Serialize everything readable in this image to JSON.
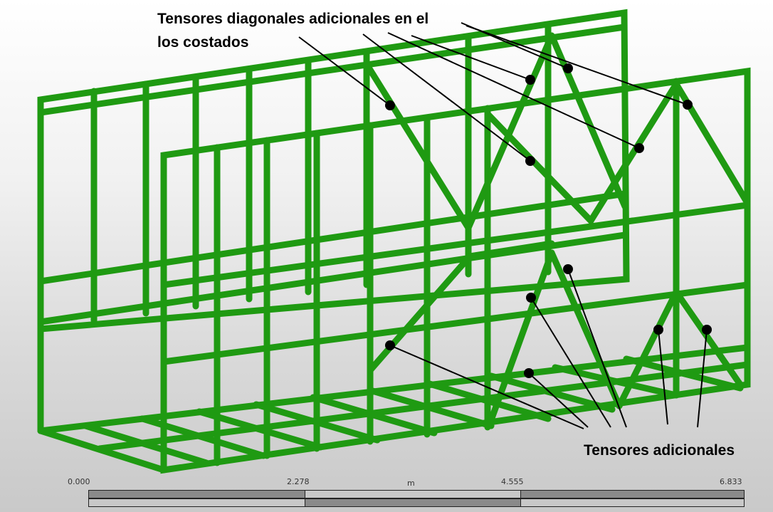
{
  "annotations": {
    "top_line1": "Tensores diagonales adicionales en el",
    "top_line2": "los costados",
    "bottom": "Tensores adicionales"
  },
  "scale": {
    "labels": [
      "0.000",
      "2.278",
      "4.555",
      "6.833"
    ],
    "unit": "m"
  },
  "colors": {
    "frame": "#1f9a12",
    "frame_dark": "#127a0a",
    "marker": "#000000",
    "scale_dark": "#8a8a8a",
    "scale_light": "#c8c8c8"
  }
}
